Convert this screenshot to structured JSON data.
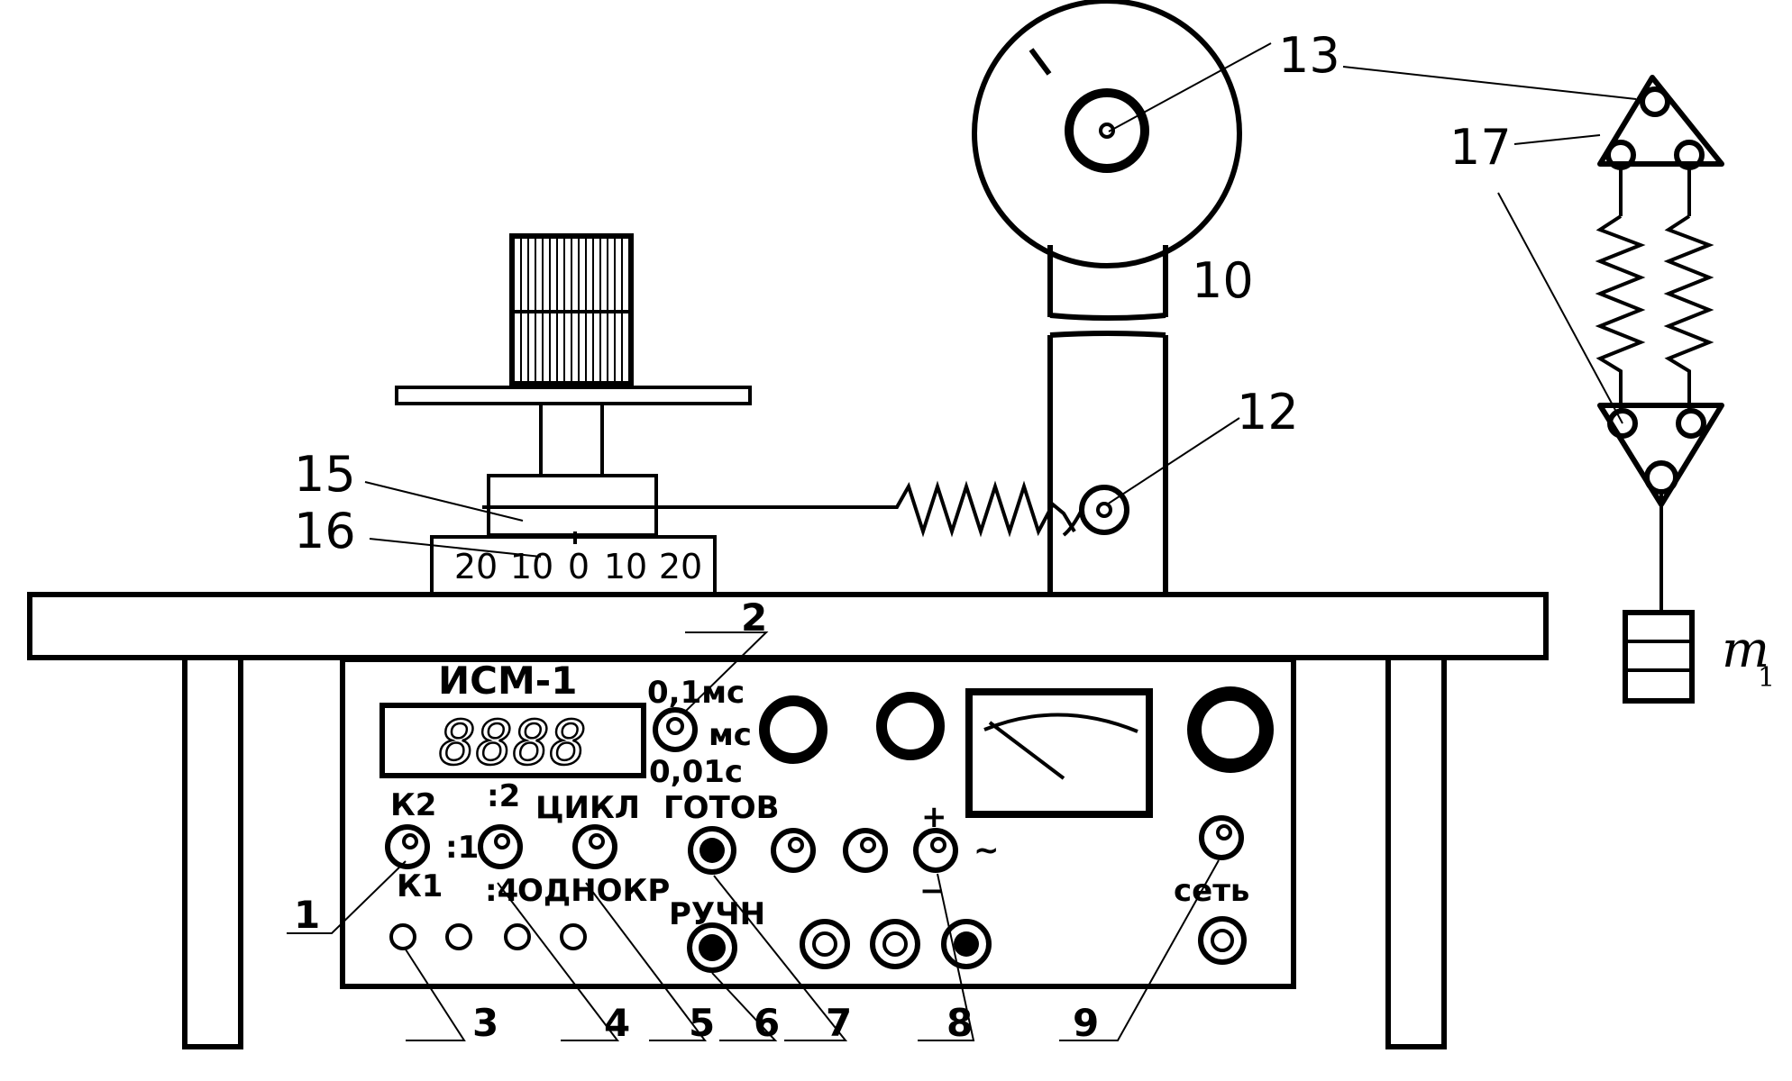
{
  "device": {
    "title": "ИСМ-1",
    "display": "8888",
    "time_units": {
      "top": "0,1мс",
      "mid": "мс",
      "bottom": "0,01с"
    },
    "switch_labels": {
      "k2": "К2",
      "k1": "К1",
      "div1": ":1",
      "div2": ":2",
      "div4": ":4",
      "cycle": "ЦИКЛ",
      "single": "ОДНОКР",
      "ready": "ГОТОВ",
      "manual": "РУЧН",
      "plus": "+",
      "minus": "−",
      "ac": "~",
      "mains": "сеть"
    }
  },
  "scale": {
    "ticks": [
      "20",
      "10",
      "0",
      "10",
      "20"
    ]
  },
  "callouts": {
    "c1": "1",
    "c2": "2",
    "c3": "3",
    "c4": "4",
    "c5": "5",
    "c6": "6",
    "c7": "7",
    "c8": "8",
    "c9": "9",
    "c10": "10",
    "c12": "12",
    "c13": "13",
    "c15": "15",
    "c16": "16",
    "c17": "17"
  },
  "mass": {
    "symbol": "m",
    "subscript": "1"
  }
}
